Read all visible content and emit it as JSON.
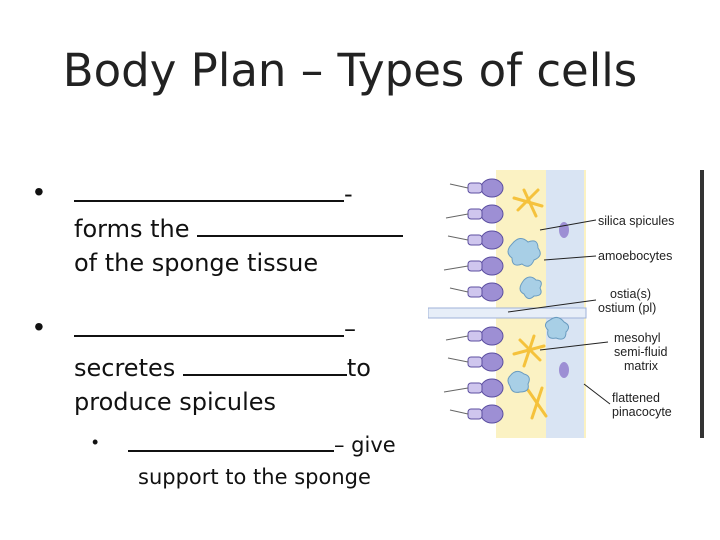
{
  "slide": {
    "title": "Body Plan – Types of cells",
    "bullets": [
      {
        "bullet": "•",
        "lead_suffix": "-",
        "line1": "forms the",
        "line2": "of the sponge tissue"
      },
      {
        "bullet": "•",
        "lead_suffix": "–",
        "line1_prefix": "secretes",
        "line1_suffix": "to",
        "line2": "produce spicules",
        "sub": {
          "bullet": "•",
          "suffix": "– give",
          "line2": "support to the sponge"
        }
      }
    ]
  },
  "diagram": {
    "labels": [
      "silica spicules",
      "amoebocytes",
      "ostia(s)",
      "ostium (pl)",
      "mesohyl",
      "semi-fluid",
      "matrix",
      "flattened",
      "pinacocyte"
    ],
    "colors": {
      "cells": "#9d8fd4",
      "cytoplasm": "#d9e4f3",
      "mesohyl": "#fbf2c3",
      "spicule": "#f5c23c",
      "amoebocyte": "#a8cfe6"
    }
  }
}
